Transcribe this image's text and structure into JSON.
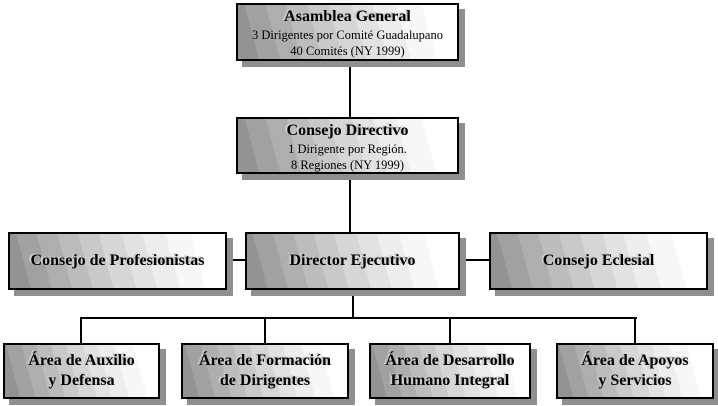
{
  "diagram": {
    "type": "org-chart",
    "background_color": "#ffffff",
    "connector_color": "#000000",
    "box_style": {
      "border_color": "#000000",
      "shadow_color": "#8f8f8f",
      "gradient_dark": "#939393",
      "gradient_light": "#ffffff",
      "text_color": "#000000"
    },
    "nodes": {
      "asamblea": {
        "title": "Asamblea General",
        "sub1": "3 Dirigentes por Comité Guadalupano",
        "sub2": "40 Comités (NY 1999)"
      },
      "directivo": {
        "title": "Consejo Directivo",
        "sub1": "1 Dirigente por Región.",
        "sub2": "8 Regiones (NY 1999)"
      },
      "profesionistas": {
        "title": "Consejo de Profesionistas"
      },
      "director": {
        "title": "Director Ejecutivo"
      },
      "eclesial": {
        "title": "Consejo Eclesial"
      },
      "auxilio": {
        "line1": "Área de Auxilio",
        "line2": "y Defensa"
      },
      "formacion": {
        "line1": "Área de Formación",
        "line2": "de Dirigentes"
      },
      "desarrollo": {
        "line1": "Área de Desarrollo",
        "line2": "Humano Integral"
      },
      "apoyos": {
        "line1": "Área de Apoyos",
        "line2": "y Servicios"
      }
    }
  }
}
